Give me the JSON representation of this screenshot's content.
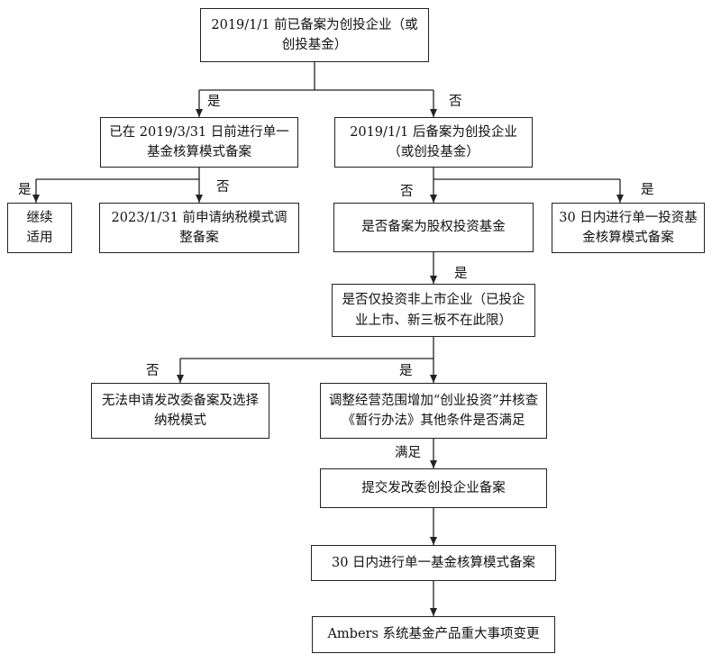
{
  "nodes": {
    "root": "2019/1/1 前已备案为创投企业（或创投基金）",
    "before_0331": "已在 2019/3/31 日前进行单一基金核算模式备案",
    "after_0101": "2019/1/1 后备案为创投企业（或创投基金）",
    "continue_apply": "继续适用",
    "apply_tax_mode": "2023/1/31 前申请纳税模式调整备案",
    "is_equity_fund": "是否备案为股权投资基金",
    "single_fund_30d_a": "30 日内进行单一投资基金核算模式备案",
    "only_unlisted": "是否仅投资非上市企业（已投企业上市、新三板不在此限）",
    "cannot_apply": "无法申请发改委备案及选择纳税模式",
    "adjust_scope": "调整经营范围增加“创业投资”并核查《暂行办法》其他条件是否满足",
    "submit_ndrc": "提交发改委创投企业备案",
    "single_fund_30d_b": "30 日内进行单一基金核算模式备案",
    "ambers_change": "Ambers 系统基金产品重大事项变更"
  },
  "edge_labels": {
    "root_yes": "是",
    "root_no": "否",
    "before_yes": "是",
    "before_no": "否",
    "after_no": "否",
    "after_yes": "是",
    "equity_yes": "是",
    "unlisted_no": "否",
    "unlisted_yes": "是",
    "adjust_satisfied": "满足"
  }
}
